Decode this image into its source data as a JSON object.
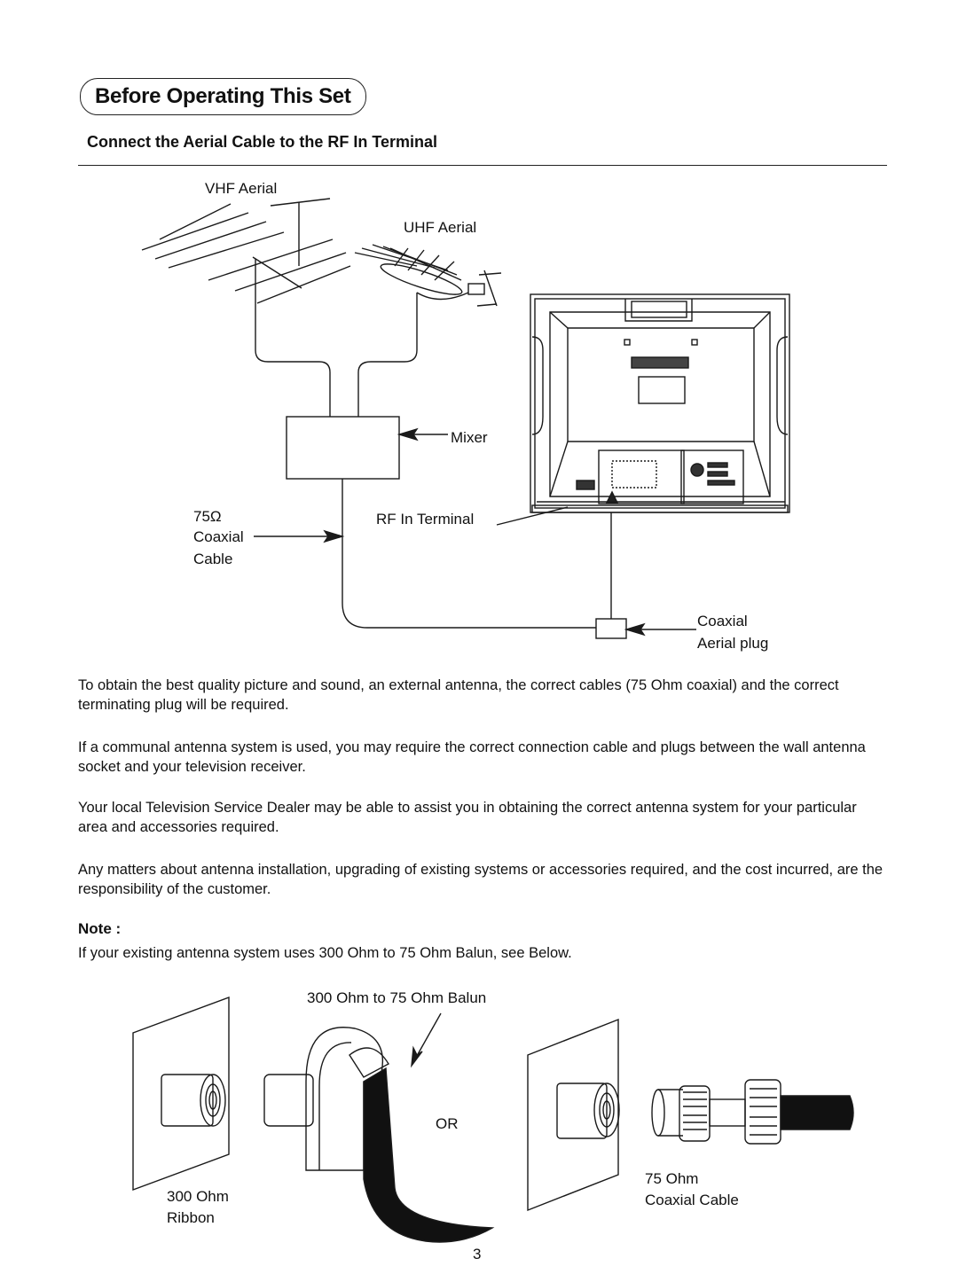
{
  "header": {
    "section_title": "Before Operating This Set",
    "subheading": "Connect the Aerial Cable to the RF In Terminal"
  },
  "diagram1": {
    "vhf_label": "VHF Aerial",
    "uhf_label": "UHF Aerial",
    "mixer_label": "Mixer",
    "ohm_label": "75Ω",
    "coaxial_cable_label_1": "Coaxial",
    "coaxial_cable_label_2": "Cable",
    "rf_terminal_label": "RF In Terminal",
    "coaxial_plug_label_1": "Coaxial",
    "coaxial_plug_label_2": "Aerial plug"
  },
  "body": {
    "paragraphs": [
      "To obtain the best quality picture and sound, an external antenna, the correct cables (75 Ohm coaxial) and the correct terminating plug will be required.",
      "If a communal antenna system is used, you may require the correct connection cable and plugs between the wall antenna socket and your television receiver.",
      "Your local Television Service Dealer may be able to assist you in obtaining the correct antenna system for your particular area and accessories required.",
      "Any matters about antenna installation, upgrading of existing systems or accessories required, and the cost incurred, are the responsibility of the customer."
    ],
    "note_heading": "Note :",
    "note_text": "If your existing antenna system uses 300 Ohm to 75 Ohm Balun, see Below."
  },
  "diagram2": {
    "balun_label": "300 Ohm to 75 Ohm Balun",
    "or_label": "OR",
    "ribbon_label_1": "300 Ohm",
    "ribbon_label_2": "Ribbon",
    "coax_label_1": "75 Ohm",
    "coax_label_2": "Coaxial Cable"
  },
  "footer": {
    "page_number": "3"
  }
}
